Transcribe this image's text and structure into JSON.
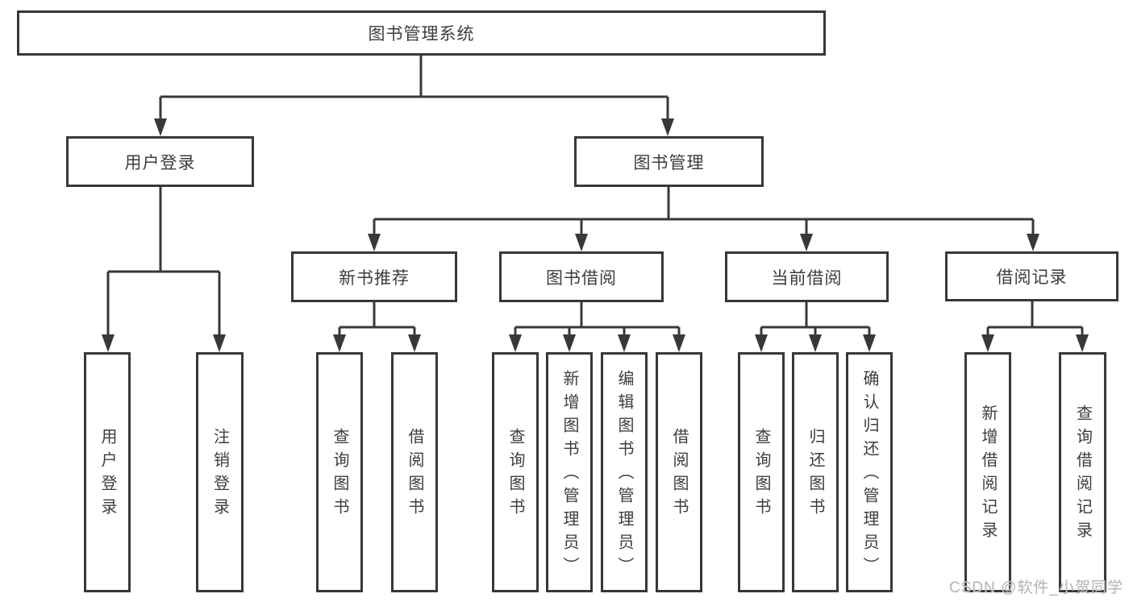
{
  "diagram": {
    "root": {
      "label": "图书管理系统"
    },
    "branches": [
      {
        "label": "用户登录",
        "children": [
          {
            "label": "用户登录"
          },
          {
            "label": "注销登录"
          }
        ]
      },
      {
        "label": "图书管理",
        "children": [
          {
            "label": "新书推荐",
            "children": [
              {
                "label": "查询图书"
              },
              {
                "label": "借阅图书"
              }
            ]
          },
          {
            "label": "图书借阅",
            "children": [
              {
                "label": "查询图书"
              },
              {
                "label": "新增图书（管理员）"
              },
              {
                "label": "编辑图书（管理员）"
              },
              {
                "label": "借阅图书"
              }
            ]
          },
          {
            "label": "当前借阅",
            "children": [
              {
                "label": "查询图书"
              },
              {
                "label": "归还图书"
              },
              {
                "label": "确认归还（管理员）"
              }
            ]
          },
          {
            "label": "借阅记录",
            "children": [
              {
                "label": "新增借阅记录"
              },
              {
                "label": "查询借阅记录"
              }
            ]
          }
        ]
      }
    ],
    "colors": {
      "line": "#383838",
      "border": "#383838",
      "text": "#3d3d3d",
      "background": "#ffffff",
      "watermark": "#b9b9b9"
    }
  },
  "watermark": {
    "text": "CSDN @软件_小贺同学"
  }
}
